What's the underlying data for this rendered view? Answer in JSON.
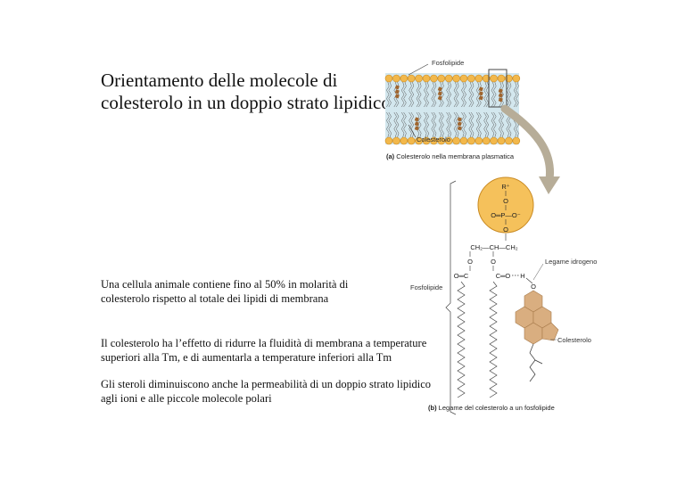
{
  "title": "Orientamento delle molecole di colesterolo in un doppio strato lipidico",
  "paragraphs": [
    "Una cellula animale contiene fino al 50% in molarità di colesterolo rispetto al totale dei lipidi di membrana",
    "Il colesterolo ha l’effetto di ridurre la fluidità di membrana a temperature superiori alla Tm, e di aumentarla a temperature inferiori alla Tm",
    "Gli steroli diminuiscono anche la permeabilità di un doppio strato lipidico agli ioni e alle piccole molecole polari"
  ],
  "figure_a": {
    "label_fosfolipide": "Fosfolipide",
    "label_colesterolo": "Colesterolo",
    "caption_letter": "(a)",
    "caption_text": "Colesterolo nella membrana plasmatica"
  },
  "figure_b": {
    "label_fosfolipide": "Fosfolipide",
    "label_legame": "Legame idrogeno",
    "label_colesterolo": "Colesterolo",
    "caption_letter": "(b)",
    "caption_text": "Legame del colesterolo a un fosfolipide",
    "chem": {
      "r_plus": "R⁺",
      "o": "O",
      "phosphate": "O═P—O⁻",
      "glycerol": "CH₂—CH—CH₂",
      "ester_left": "O═C",
      "ester_right": "C═O",
      "h": "H"
    }
  },
  "colors": {
    "head": "#f2b84b",
    "head_stroke": "#c98a22",
    "membrane_bg": "#d3e7ee",
    "steroid": "#d9ae80",
    "arrow": "#b7ad98"
  }
}
